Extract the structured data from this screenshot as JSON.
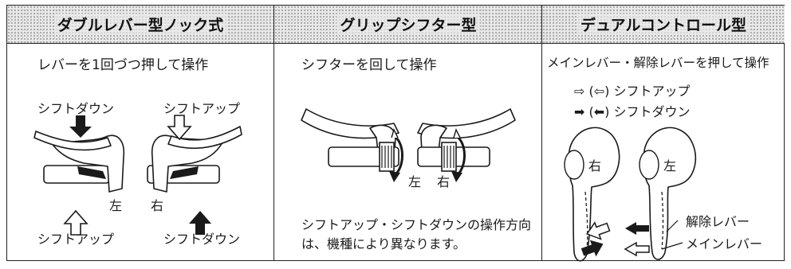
{
  "double_lever": {
    "header": "ダブルレバー型ノック式",
    "instruction": "レバーを1回づつ押して操作",
    "label_shift_down_top": "シフトダウン",
    "label_shift_up_top": "シフトアップ",
    "label_left": "左",
    "label_right": "右",
    "label_shift_up_bottom": "シフトアップ",
    "label_shift_down_bottom": "シフトダウン"
  },
  "grip_shifter": {
    "header": "グリップシフター型",
    "instruction": "シフターを回して操作",
    "label_left": "左",
    "label_right": "右",
    "note": "シフトアップ・シフトダウンの操作方向は、機種により異なります。"
  },
  "dual_control": {
    "header": "デュアルコントロール型",
    "instruction": "メインレバー・解除レバーを押して操作",
    "legend_shift_up": "⇨ (⇦) シフトアップ",
    "legend_shift_down": "➡ (⬅) シフトダウン",
    "label_right": "右",
    "label_left": "左",
    "label_release_lever": "解除レバー",
    "label_main_lever": "メインレバー"
  }
}
